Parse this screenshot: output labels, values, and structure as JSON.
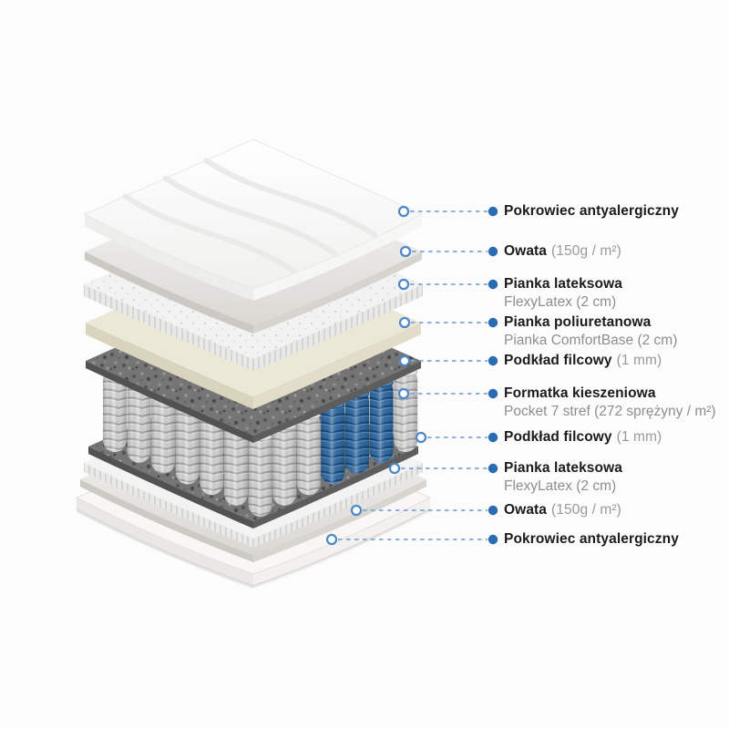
{
  "labels": [
    {
      "title": "Pokrowiec antyalergiczny",
      "inline": "",
      "sub": ""
    },
    {
      "title": "Owata",
      "inline": "(150g / m²)",
      "sub": ""
    },
    {
      "title": "Pianka lateksowa",
      "inline": "",
      "sub": "FlexyLatex (2 cm)"
    },
    {
      "title": "Pianka poliuretanowa",
      "inline": "",
      "sub": "Pianka ComfortBase (2 cm)"
    },
    {
      "title": "Podkład filcowy",
      "inline": "(1 mm)",
      "sub": ""
    },
    {
      "title": "Formatka kieszeniowa",
      "inline": "",
      "sub": "Pocket 7 stref (272 sprężyny / m²)"
    },
    {
      "title": "Podkład filcowy",
      "inline": "(1 mm)",
      "sub": ""
    },
    {
      "title": "Pianka lateksowa",
      "inline": "",
      "sub": "FlexyLatex (2 cm)"
    },
    {
      "title": "Owata",
      "inline": "(150g / m²)",
      "sub": ""
    },
    {
      "title": "Pokrowiec antyalergiczny",
      "inline": "",
      "sub": ""
    }
  ],
  "colors": {
    "accent_blue": "#2a6cb4",
    "connector_line_blue": "#7ba6d8",
    "connector_outline_blue": "#4c87c8",
    "spring_blue": "#3470ab",
    "spring_blue_dark": "#1c4a7c",
    "spring_blue_light": "#6d9dc9",
    "spring_gray": "#dadada",
    "spring_gray_dark": "#a9a9a9",
    "felt_gray": "#757575",
    "foam_cream": "#ece8d7",
    "text_dark": "#1b1b1b",
    "text_gray": "#8e8e8e"
  }
}
